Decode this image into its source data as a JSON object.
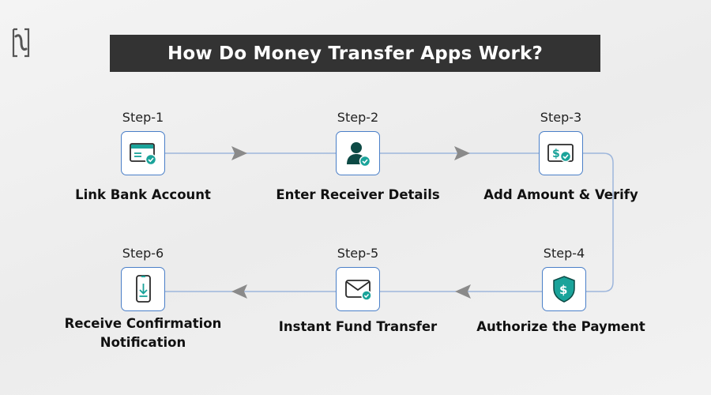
{
  "title": "How Do Money Transfer Apps Work?",
  "colors": {
    "title_bg": "#333333",
    "title_text": "#ffffff",
    "accent_teal": "#1aa39a",
    "dark_teal": "#0d4a45",
    "box_border": "#4a7fc8",
    "connector": "#9db6dc",
    "arrow": "#8a8a8a"
  },
  "steps": [
    {
      "label": "Step-1",
      "caption": "Link Bank Account",
      "icon": "bank-card-check-icon"
    },
    {
      "label": "Step-2",
      "caption": "Enter Receiver Details",
      "icon": "user-check-icon"
    },
    {
      "label": "Step-3",
      "caption": "Add Amount & Verify",
      "icon": "dollar-bill-check-icon"
    },
    {
      "label": "Step-4",
      "caption": "Authorize the Payment",
      "icon": "shield-dollar-icon"
    },
    {
      "label": "Step-5",
      "caption": "Instant Fund Transfer",
      "icon": "envelope-check-icon"
    },
    {
      "label": "Step-6",
      "caption_line1": "Receive Confirmation",
      "caption_line2": "Notification",
      "icon": "phone-download-icon"
    }
  ]
}
